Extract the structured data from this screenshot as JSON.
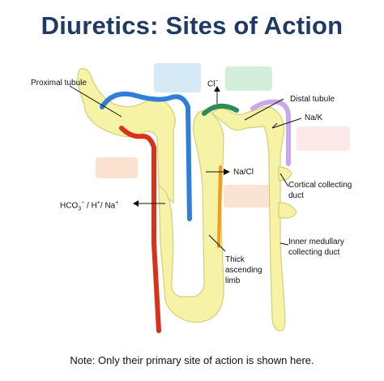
{
  "title": "Diuretics: Sites of Action",
  "labels": {
    "proximal_tubule": "Proximal tubule",
    "cl": "Cl",
    "cl_sup": "−",
    "distal_tubule": "Distal tubule",
    "na_k": "Na/K",
    "na_cl": "Na/Cl",
    "cortical_collecting_duct_1": "Cortical collecting",
    "cortical_collecting_duct_2": "duct",
    "hco3_a": "HCO",
    "hco3_sub": "3",
    "hco3_sup": "−",
    "hco3_b": " / H",
    "h_sup": "+",
    "hco3_c": "/ Na",
    "na_sup": "+",
    "inner_medullary_1": "Inner medullary",
    "inner_medullary_2": "collecting duct",
    "thick_1": "Thick",
    "thick_2": "ascending",
    "thick_3": "limb"
  },
  "note": "Note: Only their primary site of action is shown here.",
  "colors": {
    "title": "#1f3a63",
    "tubule_fill": "#f6f2a6",
    "tubule_outline": "#d4cf7a",
    "blue_marker": "#2f7fd9",
    "red_marker": "#d9311a",
    "green_marker": "#2e8b57",
    "purple_marker": "#c9a8e8",
    "orange_marker": "#f39b1c",
    "blurred_box_blue": "#cfe6f3",
    "blurred_box_green": "#cdebd6",
    "blurred_box_peach": "#f9dcc8",
    "blurred_box_pink": "#fbe4e4"
  }
}
